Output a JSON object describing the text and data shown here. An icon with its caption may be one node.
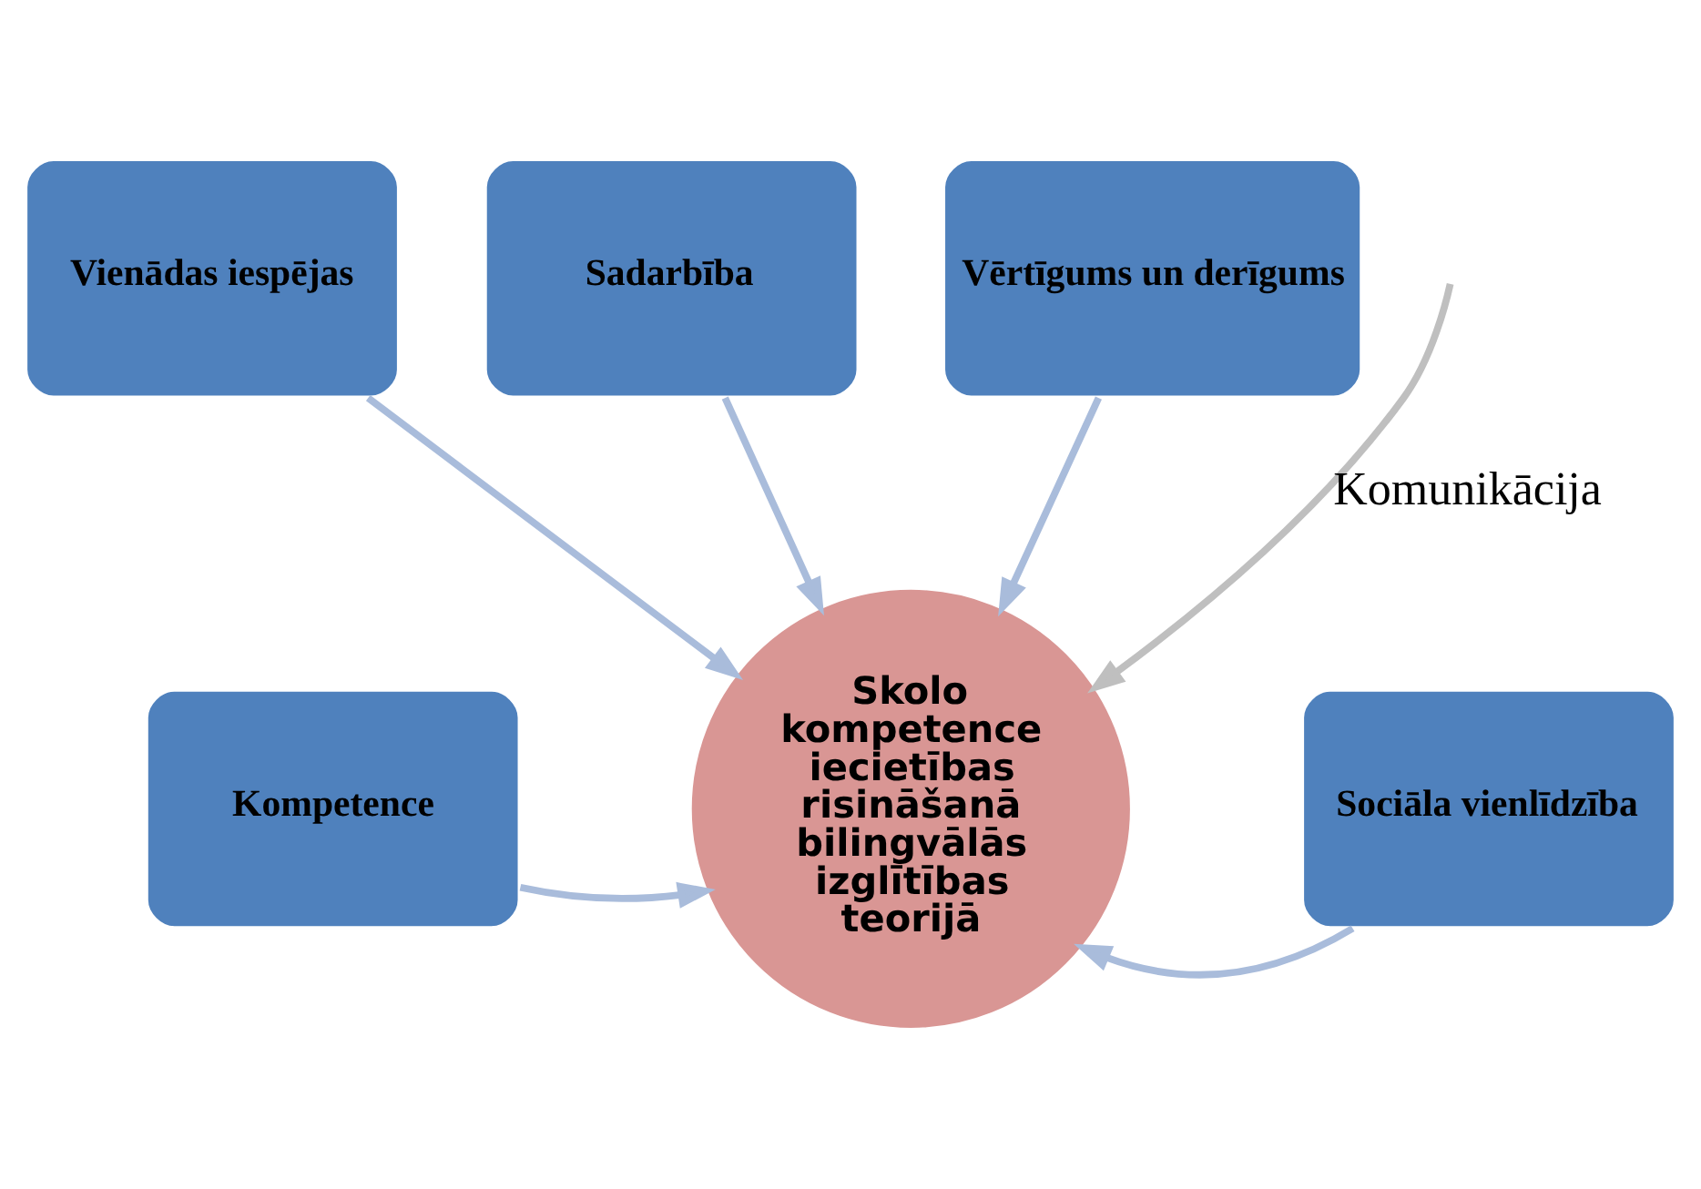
{
  "diagram": {
    "nodes": [
      {
        "text": [
          "Vienādas iespējas"
        ]
      },
      {
        "text": [
          "Sadarbība"
        ]
      },
      {
        "text": [
          "Vērtīgums un derīgums"
        ]
      },
      {
        "text": [
          "Kompetence"
        ]
      },
      {
        "text": [
          "Sociāla vienlīdzība"
        ]
      },
      {
        "text": [
          "Skolo kompetence iecietības risināšanā bilingvālās izglītības teorijā"
        ]
      }
    ],
    "edges": [
      {
        "from": 0,
        "to": 5,
        "arrow": "to"
      },
      {
        "from": 1,
        "to": 5,
        "arrow": "to"
      },
      {
        "from": 2,
        "to": 5,
        "arrow": "to"
      },
      {
        "from": 3,
        "to": 5,
        "arrow": "to"
      },
      {
        "from": 4,
        "to": 5,
        "arrow": "to"
      },
      {
        "from": null,
        "to": 5,
        "arrow": "to",
        "color": "#bfbfbf",
        "label": "Komunikācija"
      }
    ]
  }
}
